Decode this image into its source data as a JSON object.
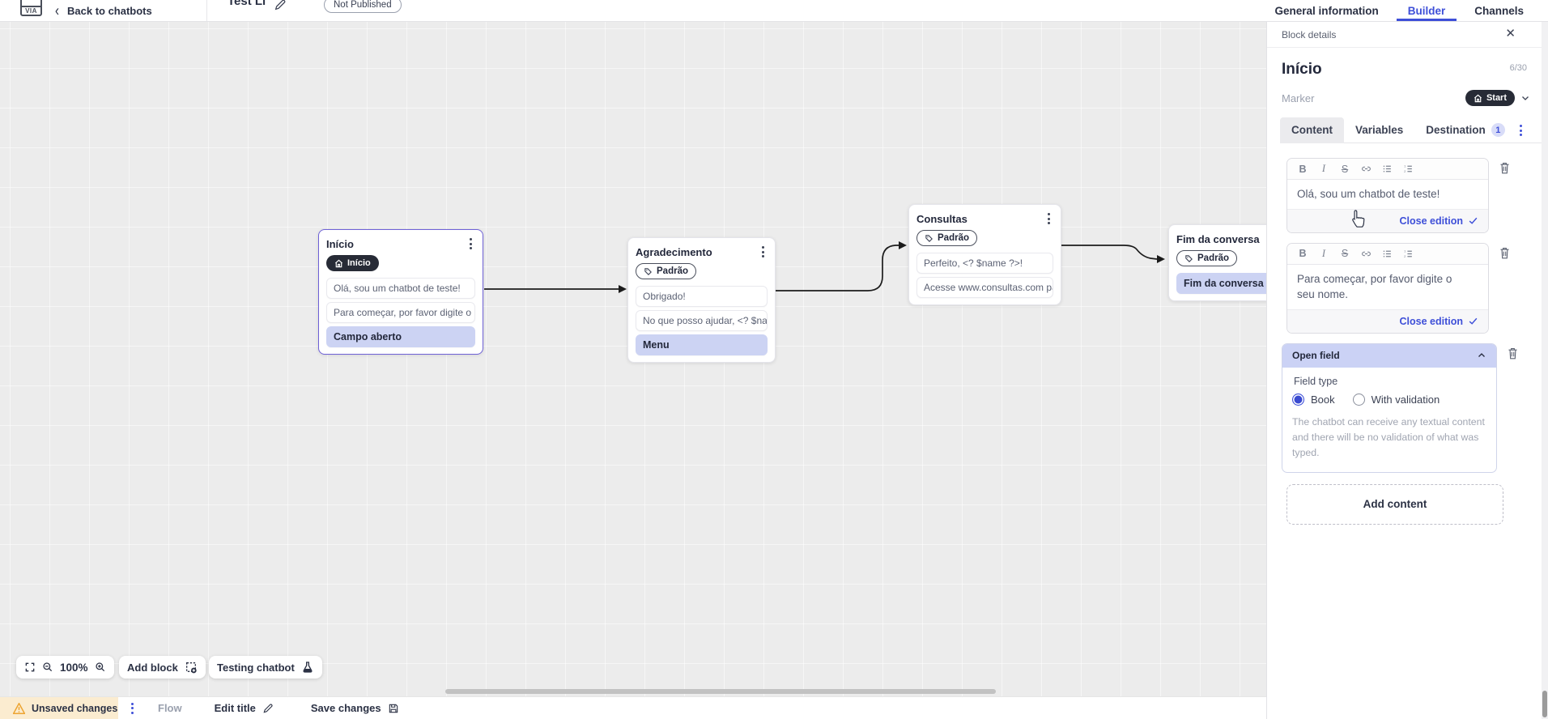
{
  "colors": {
    "accent": "#3e4fd8",
    "lavender": "#ccd3f3",
    "dark_pill": "#272b36",
    "selected_border": "#6e61d6",
    "unsaved_bg": "#fbecd0"
  },
  "topbar": {
    "logo_text": "VIA",
    "back_label": "Back to chatbots",
    "title": "Test Li",
    "status_badge": "Not Published",
    "tabs": [
      {
        "label": "General information"
      },
      {
        "label": "Builder"
      },
      {
        "label": "Channels"
      }
    ]
  },
  "canvas": {
    "blocks": [
      {
        "title": "Início",
        "marker": "Início",
        "rows": [
          "Olá, sou um chatbot de teste!",
          "Para começar, por favor digite o ...",
          "Campo aberto"
        ]
      },
      {
        "title": "Agradecimento",
        "marker": "Padrão",
        "rows": [
          "Obrigado!",
          "No que posso ajudar, <? $name ...",
          "Menu"
        ]
      },
      {
        "title": "Consultas",
        "marker": "Padrão",
        "rows": [
          "Perfeito, <? $name ?>!",
          "Acesse www.consultas.com par..."
        ]
      },
      {
        "title": "Fim da conversa",
        "marker": "Padrão",
        "rows": [
          "Fim da conversa"
        ]
      }
    ],
    "controls": {
      "zoom_level": "100%",
      "add_block_label": "Add block",
      "testing_label": "Testing chatbot"
    }
  },
  "panel": {
    "header": "Block details",
    "block_name": "Início",
    "name_counter": "6/30",
    "marker_label": "Marker",
    "marker_value": "Start",
    "tabs": [
      {
        "label": "Content"
      },
      {
        "label": "Variables"
      },
      {
        "label": "Destination",
        "badge": "1"
      }
    ],
    "editors": [
      {
        "text": "Olá, sou um chatbot de teste!",
        "action_label": "Close edition"
      },
      {
        "text": "Para começar, por favor digite o seu nome.",
        "action_label": "Close edition"
      }
    ],
    "open_field": {
      "title": "Open field",
      "field_type_label": "Field type",
      "options": [
        {
          "label": "Book",
          "selected": true
        },
        {
          "label": "With validation",
          "selected": false
        }
      ],
      "description": "The chatbot can receive any textual content and there will be no validation of what was typed."
    },
    "add_content_label": "Add content"
  },
  "statusbar": {
    "unsaved_label": "Unsaved changes",
    "flow_label": "Flow",
    "edit_title_label": "Edit title",
    "save_label": "Save changes"
  }
}
